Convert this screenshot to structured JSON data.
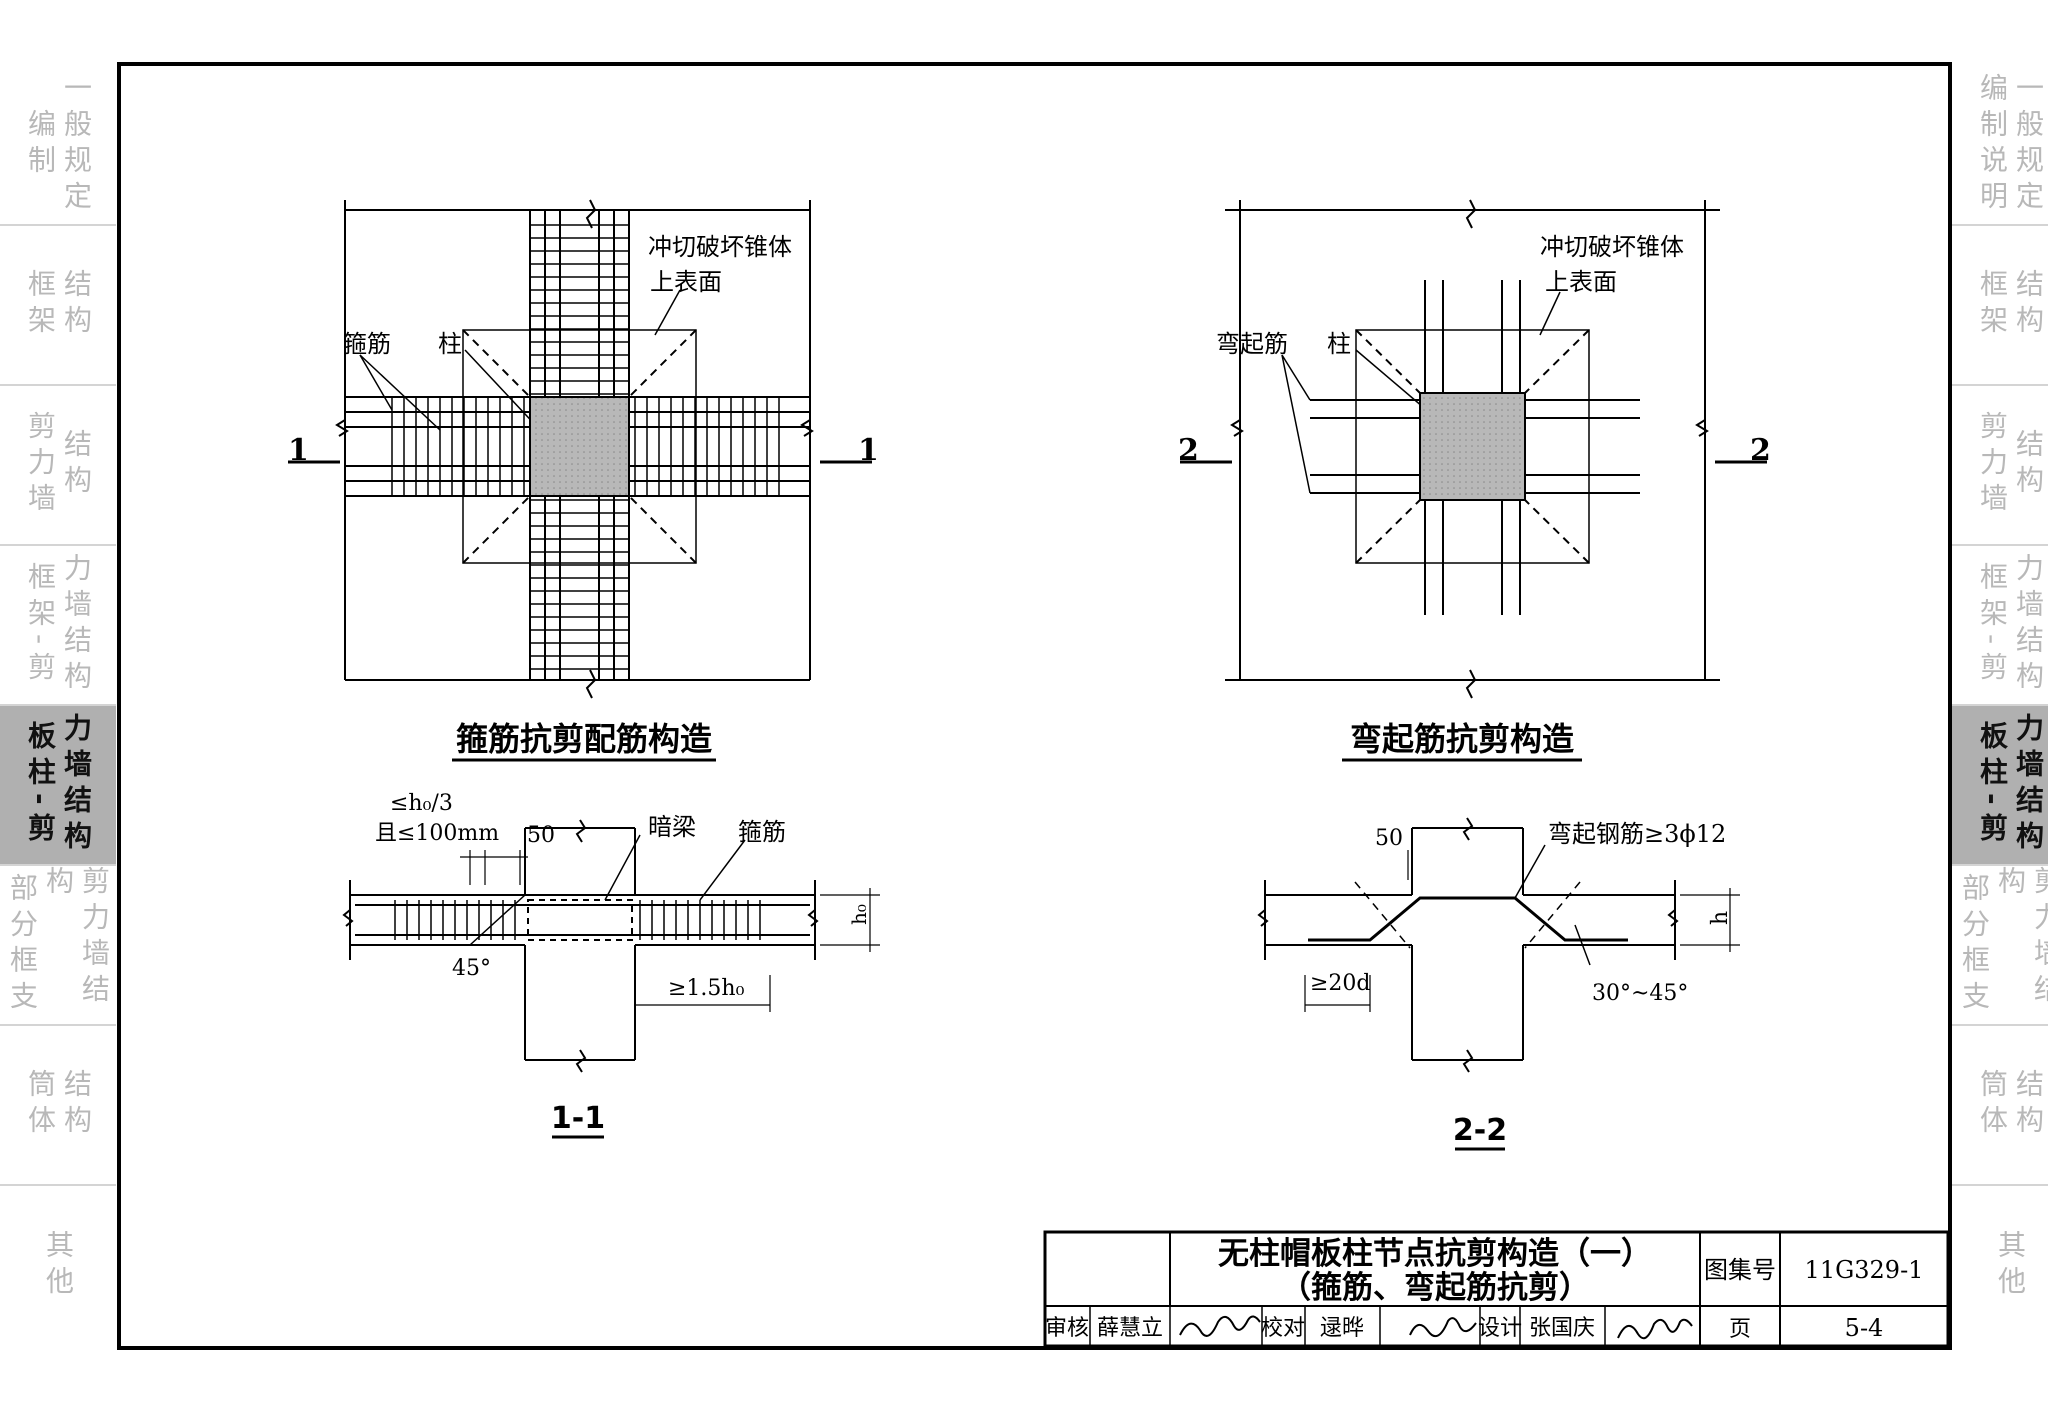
{
  "sidebar_left": [
    {
      "line1": "编制",
      "line2": "一般规定",
      "active": false
    },
    {
      "line1": "框架",
      "line2": "结构",
      "active": false
    },
    {
      "line1": "剪力墙",
      "line2": "结构",
      "active": false
    },
    {
      "line1": "框架-剪",
      "line2": "力墙结构",
      "active": false
    },
    {
      "line1": "板柱-剪",
      "line2": "力墙结构",
      "active": true
    },
    {
      "line1": "部分框支",
      "line2": "剪力墙结构",
      "active": false
    },
    {
      "line1": "筒体",
      "line2": "结构",
      "active": false
    },
    {
      "line1": "其他",
      "line2": "",
      "active": false
    }
  ],
  "sidebar_right": [
    {
      "line1": "编制说明",
      "line2": "一般规定",
      "active": false
    },
    {
      "line1": "框架",
      "line2": "结构",
      "active": false
    },
    {
      "line1": "剪力墙",
      "line2": "结构",
      "active": false
    },
    {
      "line1": "框架-剪",
      "line2": "力墙结构",
      "active": false
    },
    {
      "line1": "板柱-剪",
      "line2": "力墙结构",
      "active": true
    },
    {
      "line1": "部分框支",
      "line2": "剪力墙结构",
      "active": false
    },
    {
      "line1": "筒体",
      "line2": "结构",
      "active": false
    },
    {
      "line1": "其他",
      "line2": "",
      "active": false
    }
  ],
  "left_plan": {
    "label_cone_line1": "冲切破坏锥体",
    "label_cone_line2": "上表面",
    "label_stirrup": "箍筋",
    "label_column": "柱",
    "section_mark": "1",
    "caption": "箍筋抗剪配筋构造"
  },
  "right_plan": {
    "label_cone_line1": "冲切破坏锥体",
    "label_cone_line2": "上表面",
    "label_bent_bar": "弯起筋",
    "label_column": "柱",
    "section_mark": "2",
    "caption": "弯起筋抗剪构造"
  },
  "section_1": {
    "dim_spacing_line1": "≤h₀/3",
    "dim_spacing_line2": "且≤100mm",
    "dim_50": "50",
    "label_hidden_beam": "暗梁",
    "label_stirrup": "箍筋",
    "angle": "45°",
    "dim_h0": "h₀",
    "dim_length": "≥1.5h₀",
    "caption": "1-1"
  },
  "section_2": {
    "dim_50": "50",
    "label_bent_bar": "弯起钢筋≥3ϕ12",
    "dim_h": "h",
    "dim_anchor": "≥20d",
    "angle": "30°~45°",
    "caption": "2-2"
  },
  "title_block": {
    "title_line1": "无柱帽板柱节点抗剪构造（一）",
    "title_line2": "（箍筋、弯起筋抗剪）",
    "atlas_label": "图集号",
    "atlas_no": "11G329-1",
    "review_label": "审核",
    "reviewer": "薛慧立",
    "check_label": "校对",
    "checker": "逯晔",
    "design_label": "设计",
    "designer": "张国庆",
    "page_label": "页",
    "page_no": "5-4"
  }
}
